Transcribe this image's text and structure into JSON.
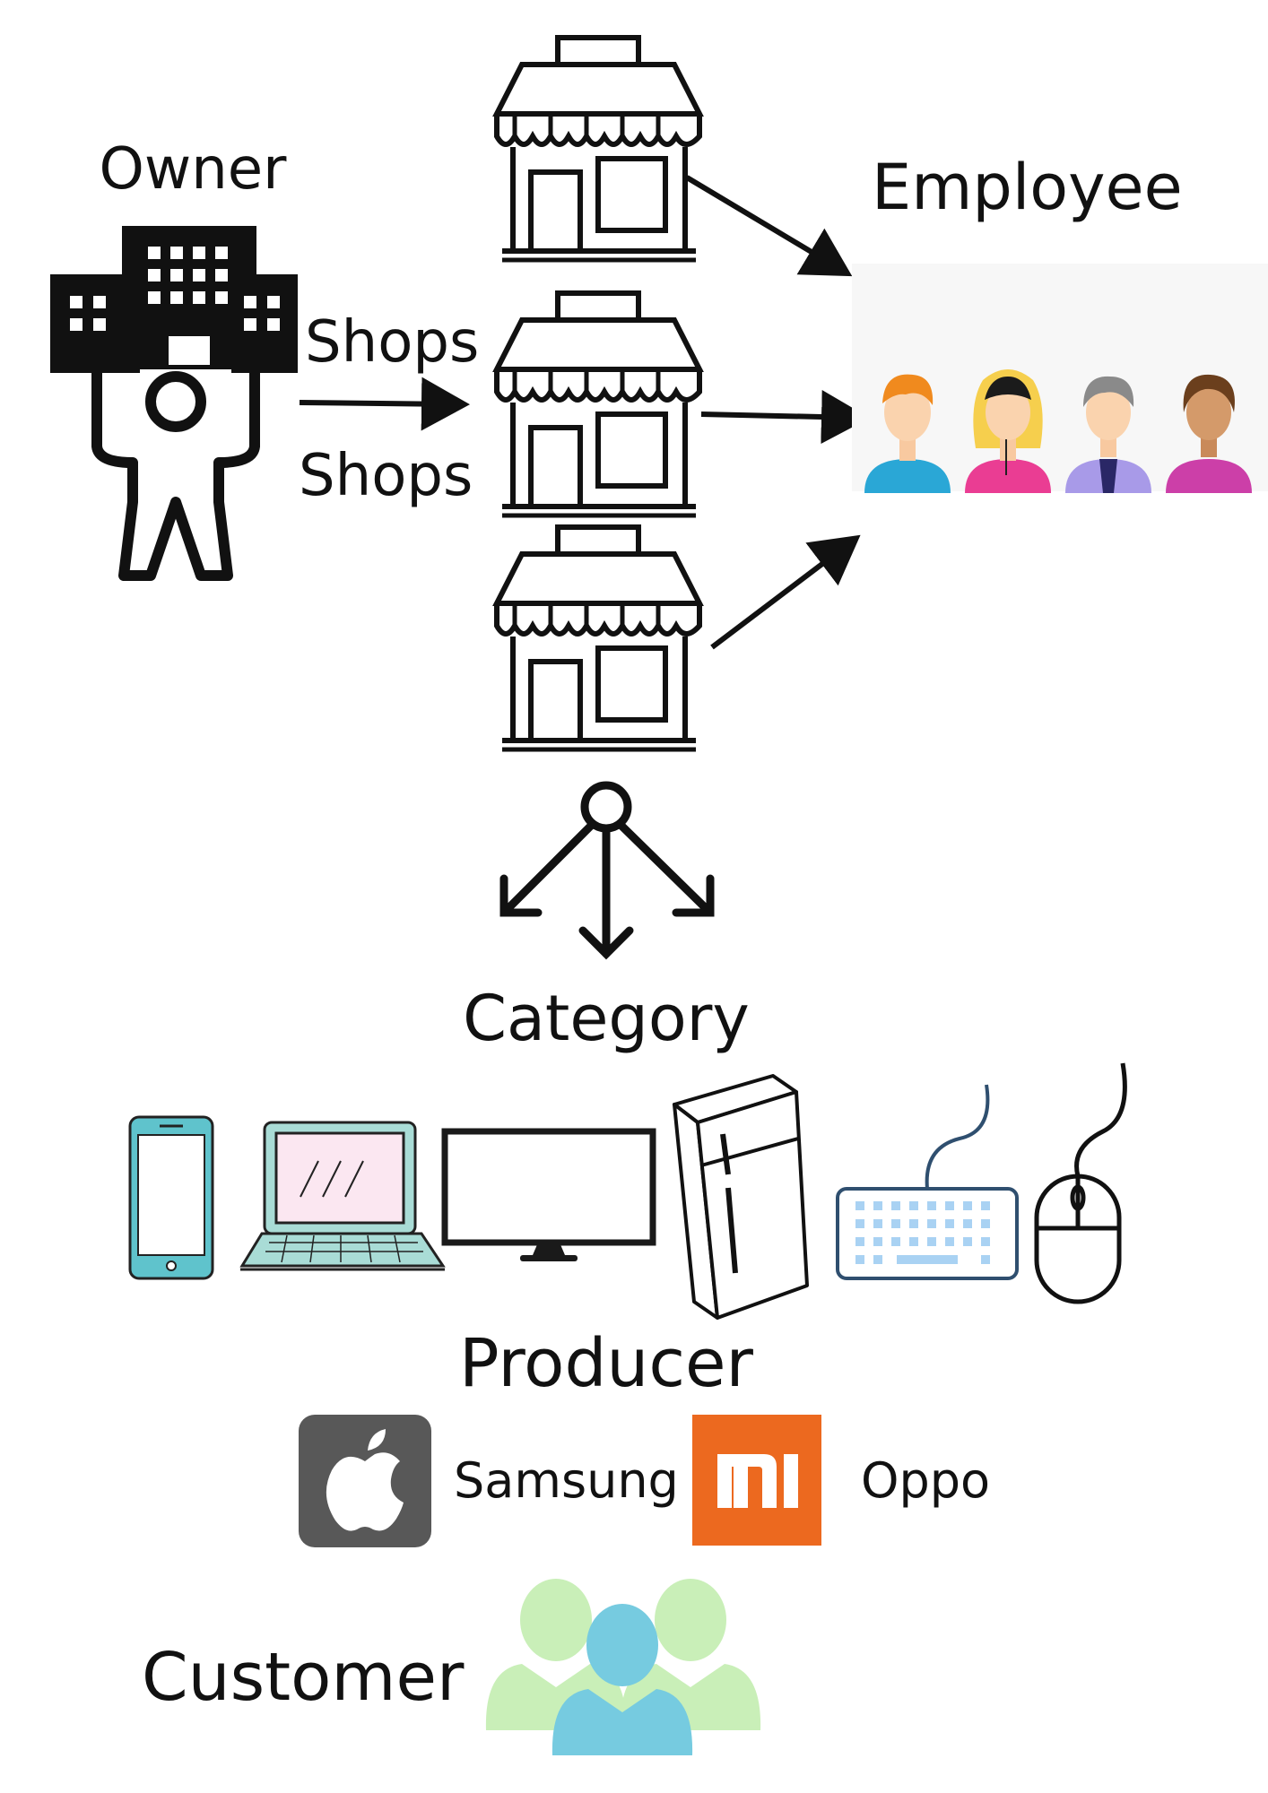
{
  "labels": {
    "owner": "Owner",
    "shops_top": "Shops",
    "shops_bottom": "Shops",
    "employee": "Employee",
    "category": "Category",
    "producer": "Producer",
    "customer": "Customer"
  },
  "producers": [
    {
      "name": "apple-logo",
      "text": ""
    },
    {
      "name": "samsung",
      "text": "Samsung"
    },
    {
      "name": "xiaomi-logo",
      "text": "mi"
    },
    {
      "name": "oppo",
      "text": "Oppo"
    }
  ],
  "colors": {
    "apple_bg": "#585858",
    "xiaomi_bg": "#ec691f",
    "customer_front": "#76cbe0",
    "customer_back": "#c9efb8",
    "monitor_accent": "#1a1a1a",
    "phone_accent": "#4aa9b4",
    "laptop_screen": "#fbe7f1",
    "keyboard_keys": "#a9d2f3"
  },
  "icons": [
    "office-buildings-owner-icon",
    "shop-icon",
    "employees-icon",
    "hierarchy-arrows-icon",
    "smartphone-icon",
    "laptop-icon",
    "monitor-icon",
    "fridge-icon",
    "keyboard-icon",
    "mouse-icon",
    "customers-icon"
  ]
}
